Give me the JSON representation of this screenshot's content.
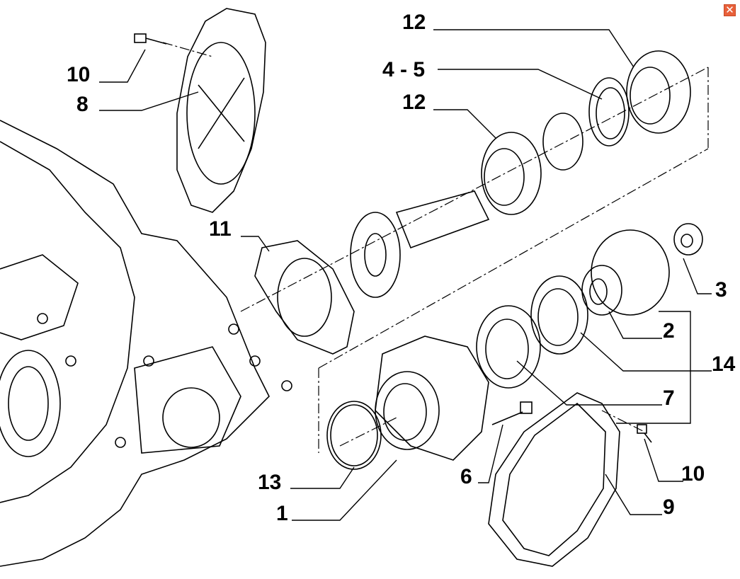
{
  "close_icon": "close-icon",
  "callouts": [
    {
      "id": "12-top",
      "text": "12"
    },
    {
      "id": "4-5",
      "text": "4 - 5"
    },
    {
      "id": "12-mid",
      "text": "12"
    },
    {
      "id": "10-top",
      "text": "10"
    },
    {
      "id": "8",
      "text": "8"
    },
    {
      "id": "11",
      "text": "11"
    },
    {
      "id": "3",
      "text": "3"
    },
    {
      "id": "2",
      "text": "2"
    },
    {
      "id": "14",
      "text": "14"
    },
    {
      "id": "7",
      "text": "7"
    },
    {
      "id": "6",
      "text": "6"
    },
    {
      "id": "10-right",
      "text": "10"
    },
    {
      "id": "13",
      "text": "13"
    },
    {
      "id": "1",
      "text": "1"
    },
    {
      "id": "9",
      "text": "9"
    }
  ],
  "colors": {
    "line": "#000000",
    "close": "#e8603a"
  }
}
